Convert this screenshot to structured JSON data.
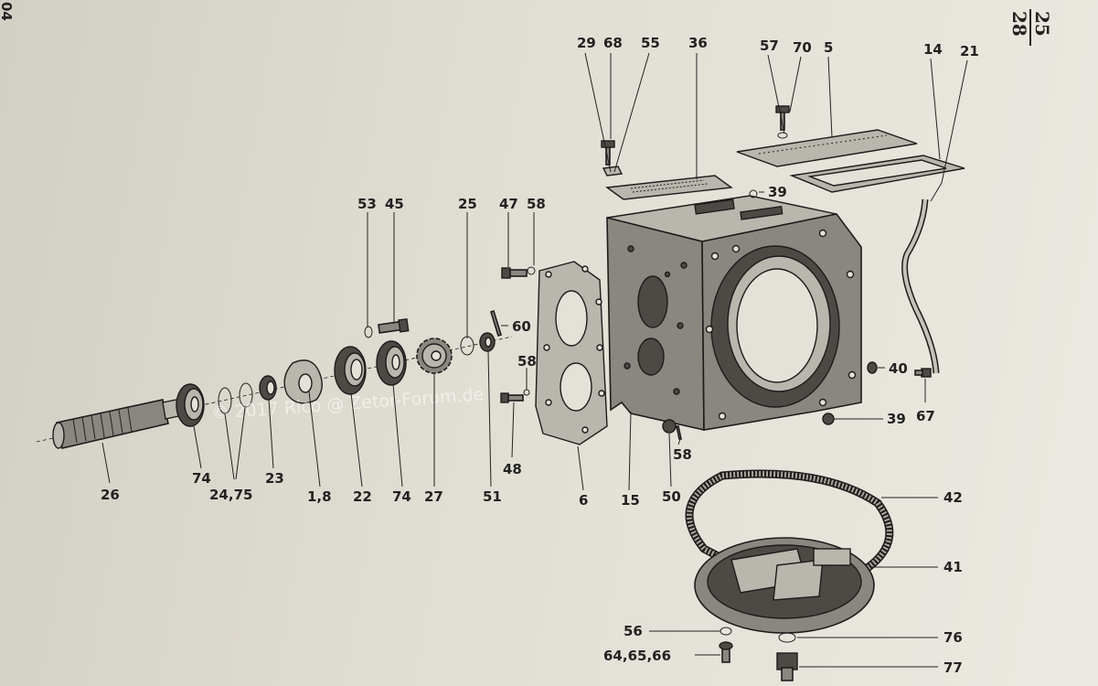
{
  "page": {
    "side_fragment": "04",
    "number_top": "25",
    "number_bottom": "28"
  },
  "watermark": "© 2017 Rico @ Zetor-Forum.de",
  "labels": [
    "29",
    "68",
    "55",
    "36",
    "57",
    "70",
    "5",
    "14",
    "21",
    "53",
    "45",
    "25",
    "47",
    "58",
    "39",
    "60",
    "58",
    "40",
    "39",
    "67",
    "26",
    "74",
    "24,75",
    "23",
    "1,8",
    "22",
    "74",
    "27",
    "48",
    "51",
    "6",
    "15",
    "50",
    "58",
    "42",
    "41",
    "56",
    "64,65,66",
    "76",
    "77"
  ]
}
